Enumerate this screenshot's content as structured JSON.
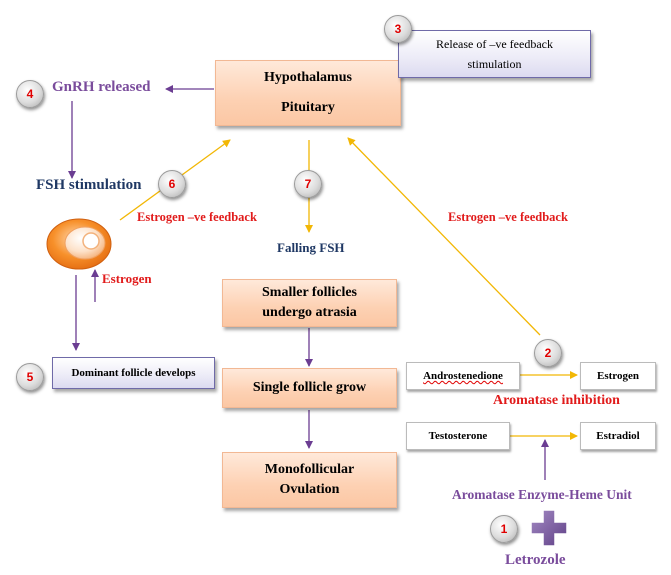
{
  "boxes": {
    "hypothalamus": "Hypothalamus",
    "pituitary": "Pituitary",
    "release_line1": "Release of –ve feedback",
    "release_line2": "stimulation",
    "smaller_follicles_line1": "Smaller follicles",
    "smaller_follicles_line2": "undergo atrasia",
    "single_follicle": "Single follicle grow",
    "mono_line1": "Monofollicular",
    "mono_line2": "Ovulation",
    "dominant_follicle": "Dominant follicle develops",
    "androstenedione": "Androstenedione",
    "estrogen_box": "Estrogen",
    "testosterone": "Testosterone",
    "estradiol": "Estradiol"
  },
  "labels": {
    "gnrh": "GnRH released",
    "fsh_stim": "FSH stimulation",
    "estrogen_feedback_left": "Estrogen –ve feedback",
    "estrogen_feedback_right": "Estrogen –ve feedback",
    "estrogen": "Estrogen",
    "falling_fsh": "Falling FSH",
    "aromatase_inhibition": "Aromatase inhibition",
    "aromatase_unit": "Aromatase Enzyme-Heme Unit",
    "letrozole": "Letrozole"
  },
  "steps": [
    "1",
    "2",
    "3",
    "4",
    "5",
    "6",
    "7"
  ],
  "colors": {
    "peach": "#fdd1b3",
    "lavender": "#ecebf7",
    "red_text": "#e11b1b",
    "purple_text": "#7a4c9c",
    "navy_text": "#1f3864",
    "gold_arrow": "#f2b705",
    "purple_arrow": "#6b3d92"
  },
  "icons": [
    "follicle-icon",
    "plus-cross-icon"
  ]
}
